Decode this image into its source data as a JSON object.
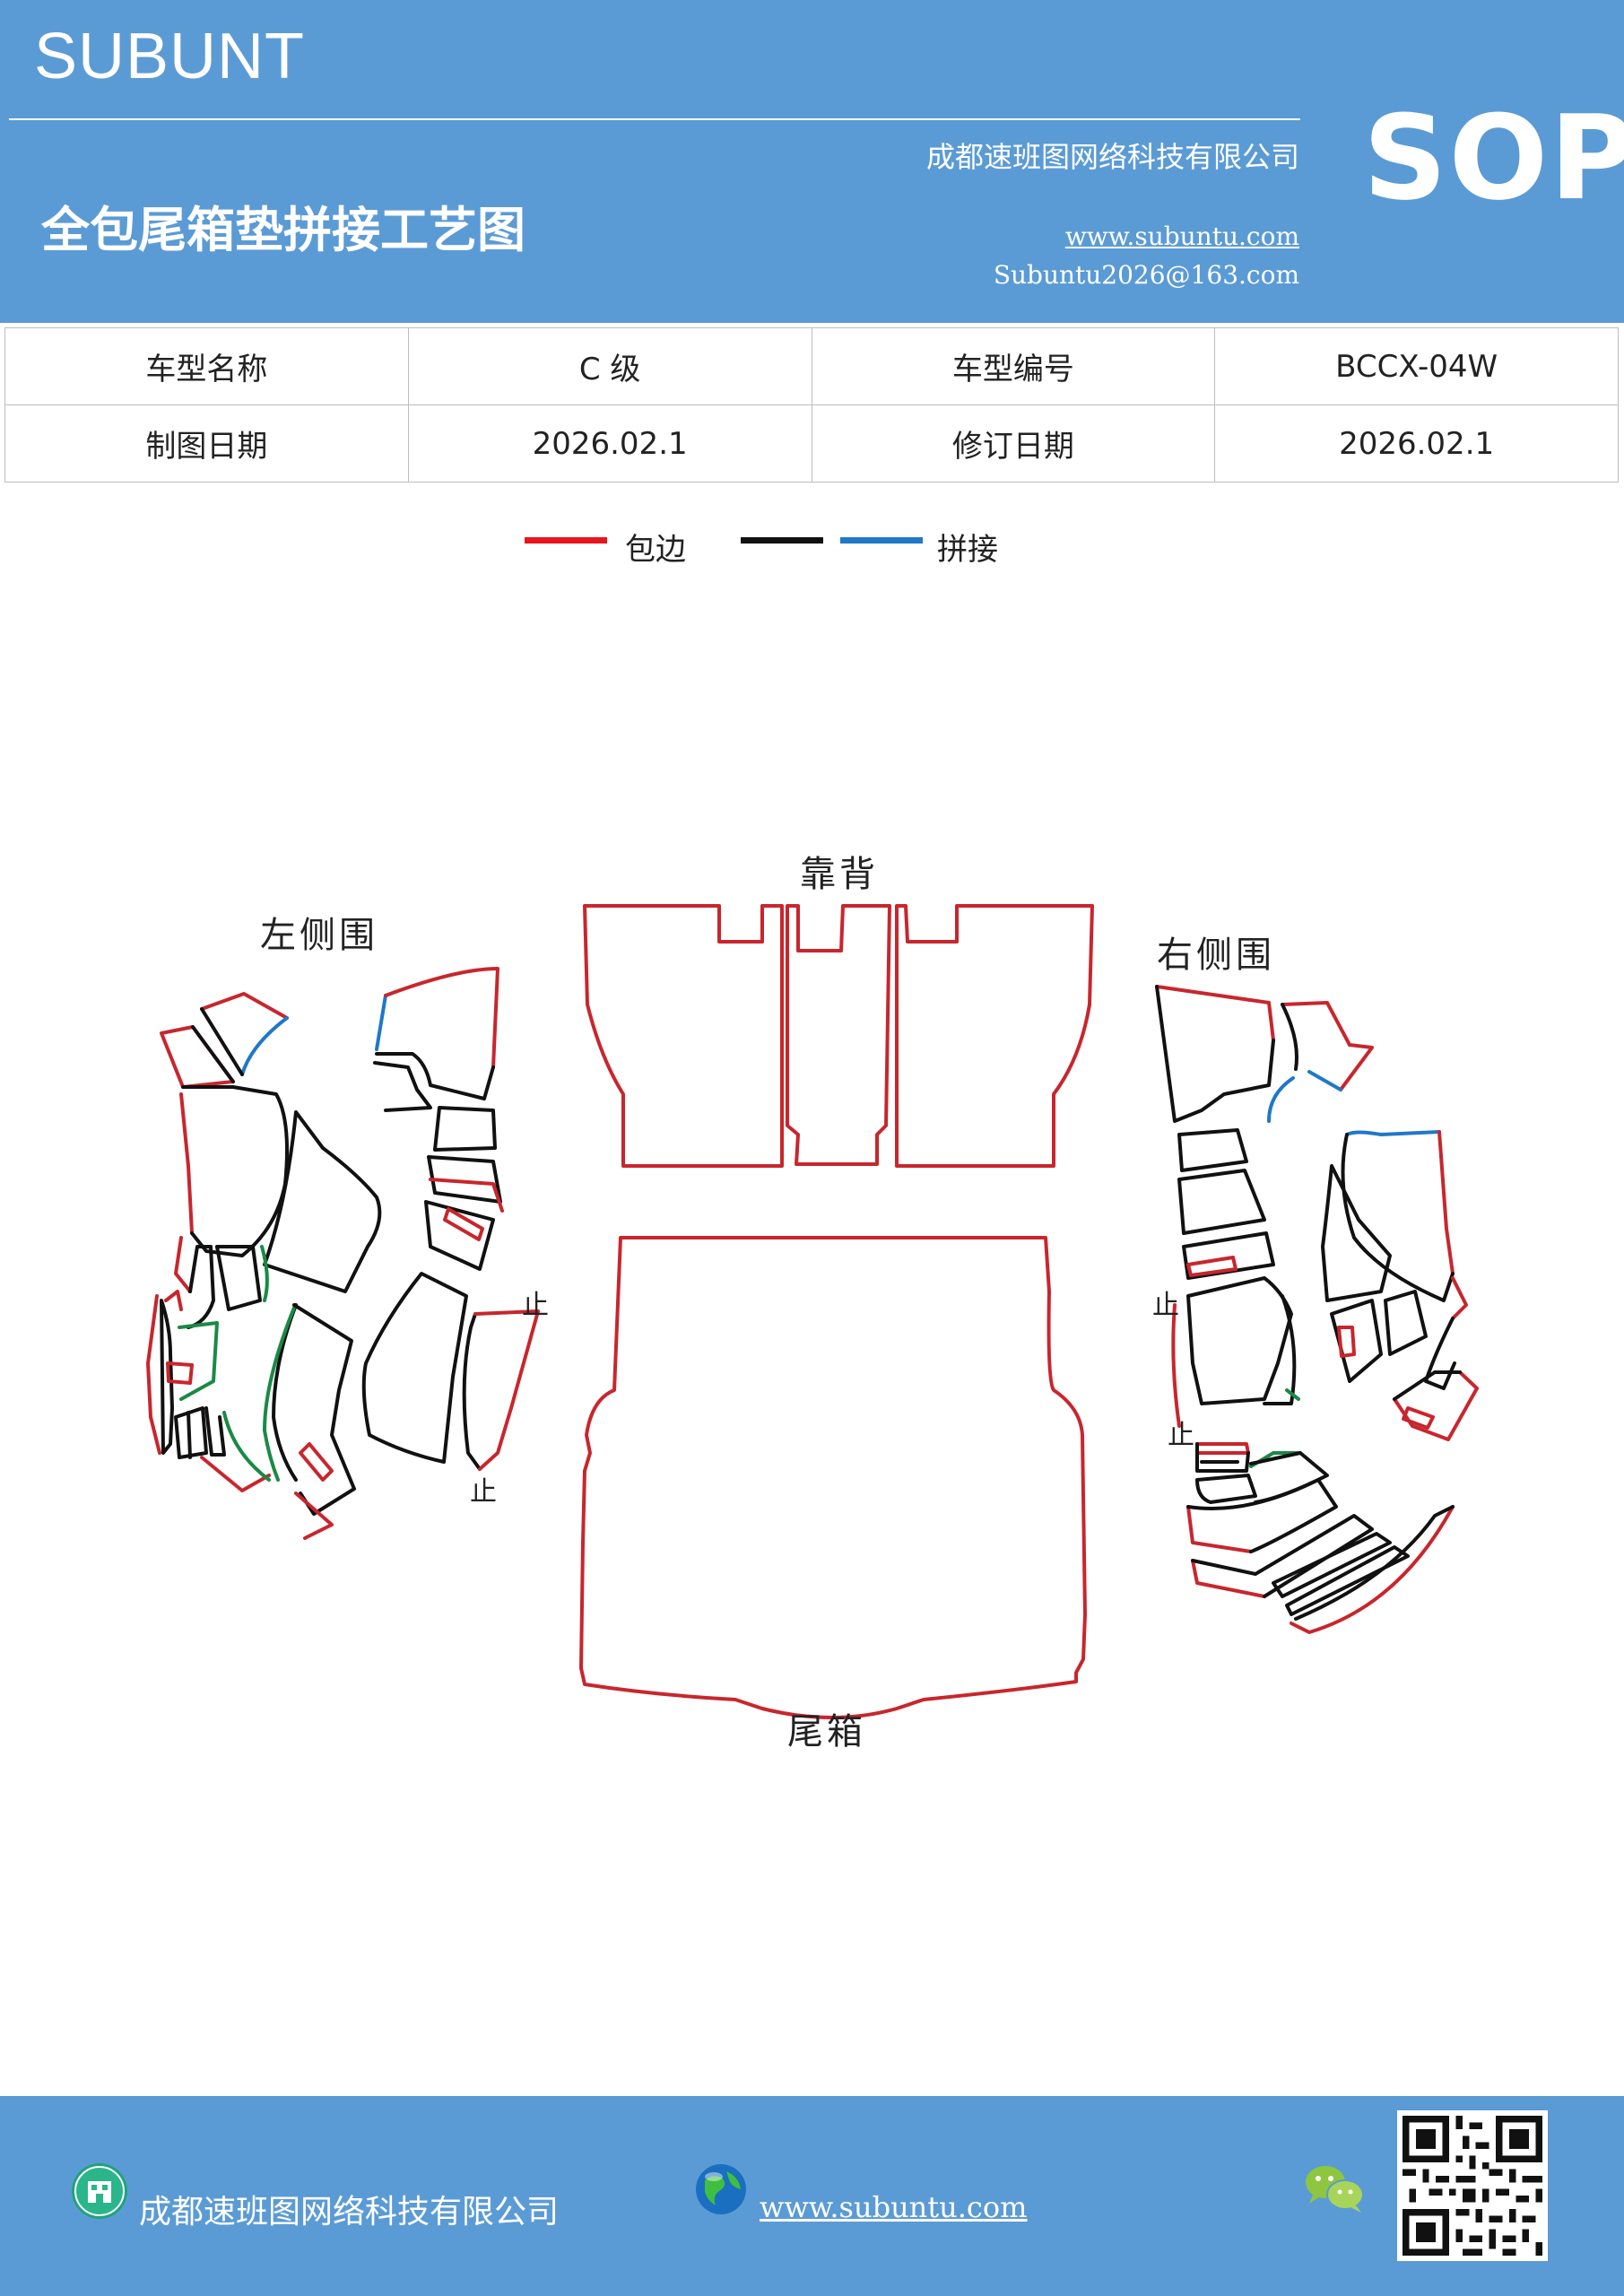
{
  "header": {
    "brand": "SUBUNT",
    "company": "成都速班图网络科技有限公司",
    "title": "全包尾箱垫拼接工艺图",
    "website": "www.subuntu.com",
    "email": "Subuntu2026@163.com",
    "badge": "SOP"
  },
  "info_table": {
    "rows": [
      [
        "车型名称",
        "C 级",
        "车型编号",
        "BCCX-04W"
      ],
      [
        "制图日期",
        "2026.02.1",
        "修订日期",
        "2026.02.1"
      ]
    ]
  },
  "legend": {
    "edge_label": "包边",
    "splice_label": "拼接",
    "colors": {
      "edge": "#e8141e",
      "black": "#111111",
      "splice": "#1f78c8",
      "green": "#1a8a45"
    }
  },
  "parts": {
    "left_side": "左侧围",
    "backrest": "靠背",
    "right_side": "右侧围",
    "trunk": "尾箱",
    "stop_mark": "止"
  },
  "footer": {
    "company": "成都速班图网络科技有限公司",
    "website": "www.subuntu.com"
  },
  "icons": [
    "building-icon",
    "globe-icon",
    "wechat-icon",
    "qr-code"
  ]
}
